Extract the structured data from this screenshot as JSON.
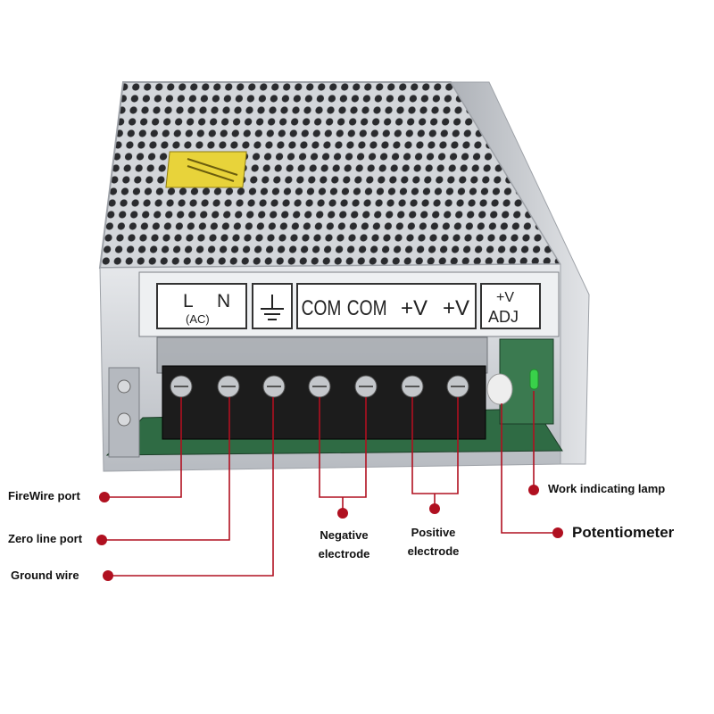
{
  "panel": {
    "labels": [
      "L",
      "N",
      "(AC)",
      "COM",
      "COM",
      "+V",
      "+V",
      "+V",
      "ADJ"
    ]
  },
  "callouts": {
    "firewire": "FireWire port",
    "zero_line": "Zero line port",
    "ground": "Ground wire",
    "negative": "Negative electrode",
    "negative_line1": "Negative",
    "negative_line2": "electrode",
    "positive": "Positive electrode",
    "positive_line1": "Positive",
    "positive_line2": "electrode",
    "lamp": "Work indicating lamp",
    "potentiometer": "Potentiometer"
  },
  "colors": {
    "leader": "#b01020",
    "dot": "#b01020",
    "casing": "#c9ccd1",
    "casing_dark": "#8e9298",
    "terminal_block": "#1c1c1c",
    "pcb": "#2f6b44",
    "led": "#39d14a",
    "sticker": "#e8d33a"
  }
}
